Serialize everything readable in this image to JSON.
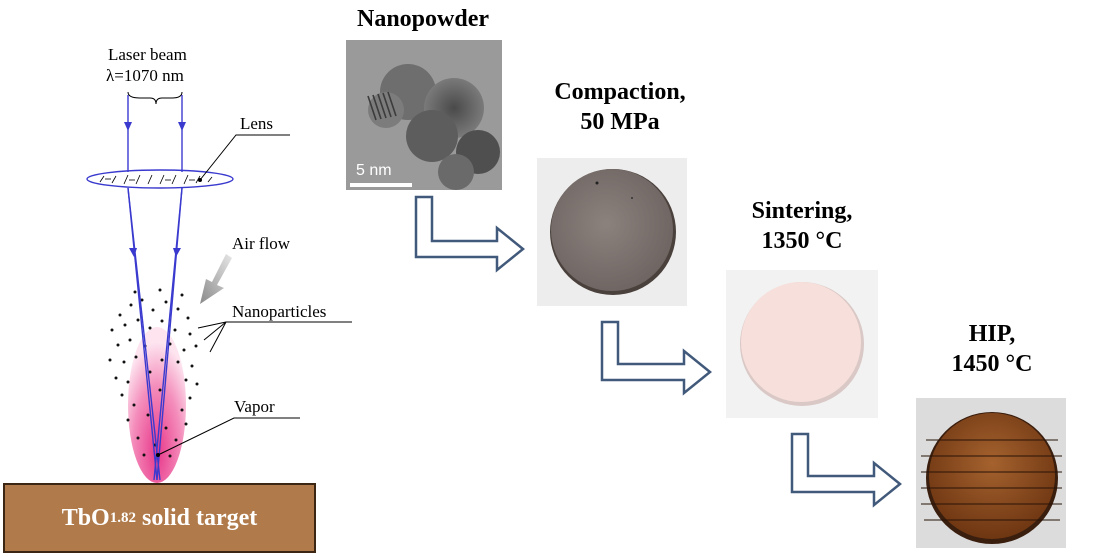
{
  "laser": {
    "beam_label": "Laser beam",
    "wavelength_label": "λ=1070 nm",
    "lens_label": "Lens",
    "air_flow_label": "Air flow",
    "nanoparticles_label": "Nanoparticles",
    "vapor_label": "Vapor"
  },
  "target": {
    "formula_main": "TbO",
    "formula_sub": "1.82",
    "suffix": " solid target"
  },
  "steps": {
    "nanopowder": {
      "title": "Nanopowder",
      "scale_label": "5 nm"
    },
    "compaction": {
      "title_line1": "Compaction,",
      "title_line2": "50 MPa"
    },
    "sintering": {
      "title_line1": "Sintering,",
      "title_line2": "1350 °C"
    },
    "hip": {
      "title_line1": "HIP,",
      "title_line2": "1450 °C"
    }
  },
  "colors": {
    "beam": "#3a3acf",
    "arrow": "#41597a",
    "target_fill": "#b07a4a",
    "vapor": "#ee6fa8",
    "hip_ceramic": "#8a4a1c",
    "sintered_disc": "#f6dcd8",
    "compacted_disc": "#7f7471"
  }
}
